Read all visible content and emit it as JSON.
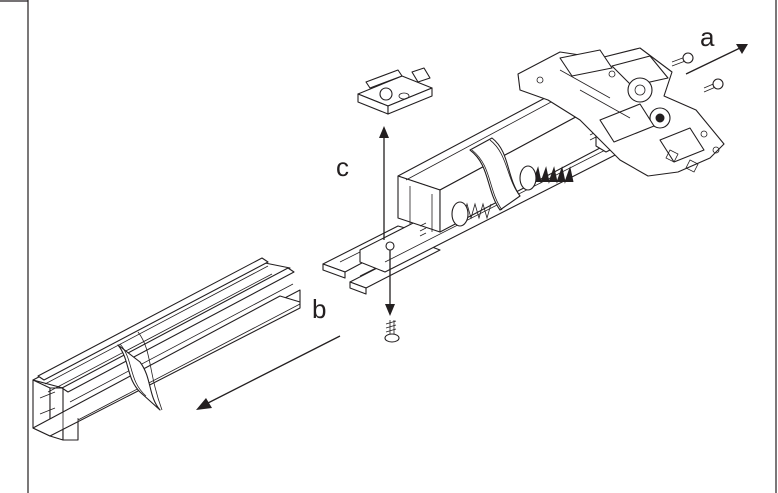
{
  "labels": {
    "a": "a",
    "b": "b",
    "c": "c"
  },
  "colors": {
    "line": "#231f20",
    "background": "#ffffff"
  }
}
